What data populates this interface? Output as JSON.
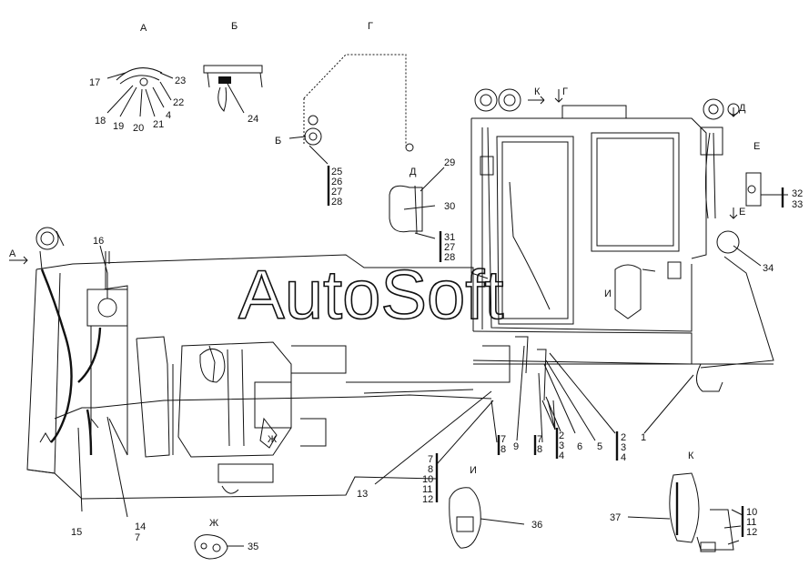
{
  "watermark": "AutoSoft",
  "view_letters": {
    "A_top": "А",
    "B_top": "Б",
    "G_top": "Г",
    "B_side": "Б",
    "D_mid": "Д",
    "A_left": "А",
    "K_top": "К",
    "G_arrow": "Г",
    "D_right": "Д",
    "E_right": "Е",
    "E_right2": "Е",
    "I_cab": "И",
    "Zh_engine": "Ж",
    "I_bottom": "И",
    "Zh_bottom": "Ж",
    "K_bottom": "К"
  },
  "callouts": {
    "n17": "17",
    "n23": "23",
    "n22": "22",
    "n18": "18",
    "n19": "19",
    "n20": "20",
    "n21": "21",
    "n4a": "4",
    "n24": "24",
    "n25": "25",
    "n26": "26",
    "n27a": "27",
    "n28a": "28",
    "n29": "29",
    "n30": "30",
    "n31": "31",
    "n27b": "27",
    "n28b": "28",
    "n16": "16",
    "n32": "32",
    "n33": "33",
    "n34": "34",
    "n1": "1",
    "n2a": "2",
    "n3a": "3",
    "n4b": "4",
    "n5": "5",
    "n6": "6",
    "n2b": "2",
    "n3b": "3",
    "n4c": "4",
    "n7a": "7",
    "n8a": "8",
    "n9": "9",
    "n7b": "7",
    "n8b": "8",
    "n7c": "7",
    "n8c": "8",
    "n10a": "10",
    "n11a": "11",
    "n12a": "12",
    "n13": "13",
    "n15": "15",
    "n14": "14",
    "n7d": "7",
    "n35": "35",
    "n36": "36",
    "n37": "37",
    "n10b": "10",
    "n11b": "11",
    "n12b": "12"
  }
}
